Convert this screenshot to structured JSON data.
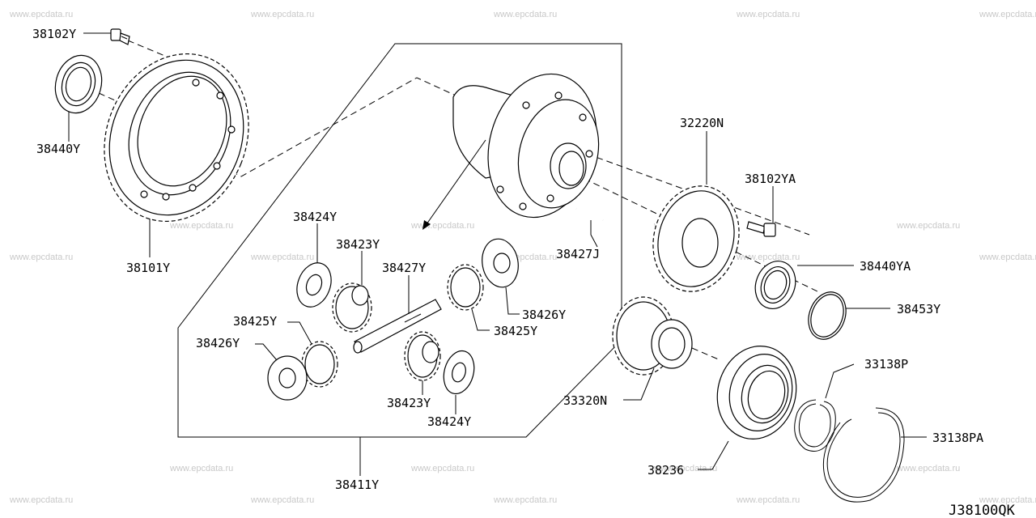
{
  "watermark": "www.epcdata.ru",
  "diagram_code": "J38100QK",
  "labels": {
    "l38102Y": "38102Y",
    "l38440Y": "38440Y",
    "l38101Y": "38101Y",
    "l38424Y_a": "38424Y",
    "l38423Y_a": "38423Y",
    "l38427Y": "38427Y",
    "l38425Y_a": "38425Y",
    "l38426Y_a": "38426Y",
    "l38423Y_b": "38423Y",
    "l38424Y_b": "38424Y",
    "l38411Y": "38411Y",
    "l38426Y_b": "38426Y",
    "l38425Y_b": "38425Y",
    "l38427J": "38427J",
    "l32220N": "32220N",
    "l38102YA": "38102YA",
    "l38440YA": "38440YA",
    "l38453Y": "38453Y",
    "l33138P": "33138P",
    "l33320N": "33320N",
    "l33138PA": "33138PA",
    "l38236": "38236"
  }
}
